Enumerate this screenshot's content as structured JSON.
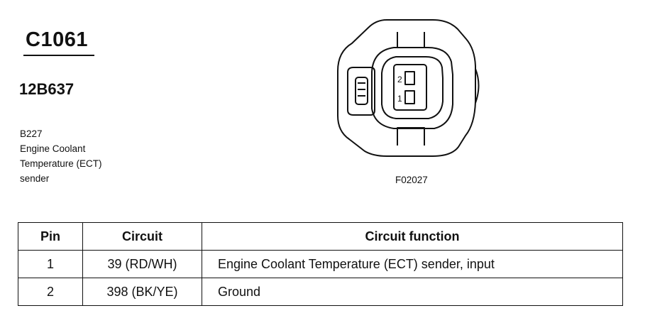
{
  "connector": {
    "id": "C1061",
    "part_number": "12B637",
    "component": [
      "B227",
      "Engine Coolant",
      "Temperature (ECT)",
      "sender"
    ],
    "figure_id": "F02027",
    "pin_labels": [
      "2",
      "1"
    ]
  },
  "table": {
    "headers": [
      "Pin",
      "Circuit",
      "Circuit function"
    ],
    "rows": [
      {
        "pin": "1",
        "circuit": "39 (RD/WH)",
        "function": "Engine Coolant Temperature (ECT) sender, input"
      },
      {
        "pin": "2",
        "circuit": "398 (BK/YE)",
        "function": "Ground"
      }
    ]
  }
}
